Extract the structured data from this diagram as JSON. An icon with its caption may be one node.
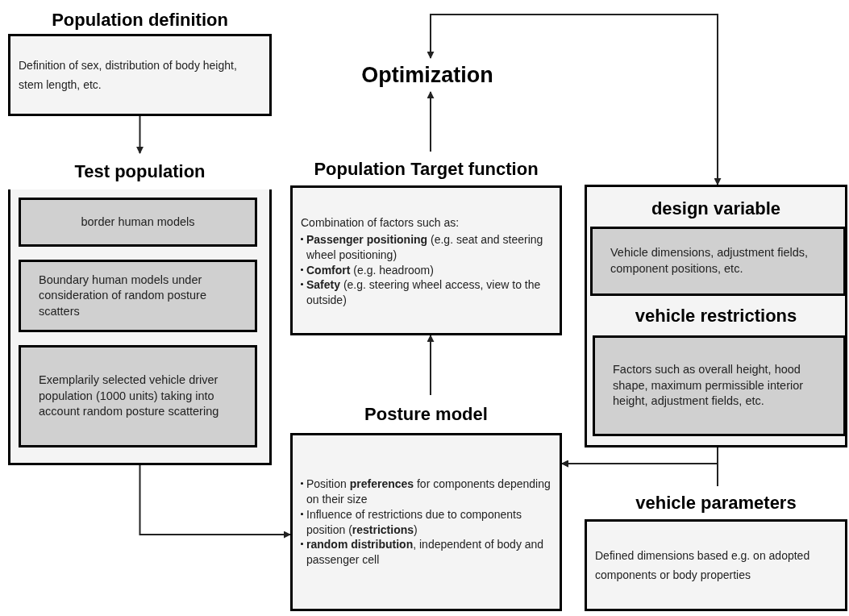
{
  "diagram": {
    "nodes": [
      {
        "text": [
          "Population definition",
          "Definition of sex, distribution of body height, stem length, etc."
        ]
      },
      {
        "text": [
          "Test population"
        ]
      },
      {
        "text": [
          "border human models"
        ],
        "in": 1
      },
      {
        "text": [
          "Boundary human models under consideration of random posture scatters"
        ],
        "in": 1
      },
      {
        "text": [
          "Exemplarily selected vehicle driver population (1000 units) taking into account random posture scattering"
        ],
        "in": 1
      },
      {
        "text": [
          "Optimization"
        ]
      },
      {
        "text": [
          "Population Target function",
          "Combination of factors such as:",
          "**Passenger positioning** (e.g. seat and steering wheel positioning)",
          "**Comfort** (e.g. headroom)",
          "**Safety** (e.g. steering wheel access, view to the outside)"
        ]
      },
      {
        "text": [
          "design variable",
          "vehicle restrictions"
        ]
      },
      {
        "text": [
          "Vehicle dimensions, adjustment fields, component positions, etc."
        ],
        "in": 7
      },
      {
        "text": [
          "Factors such as overall height, hood shape, maximum permissible interior height, adjustment fields, etc."
        ],
        "in": 7
      },
      {
        "text": [
          "Posture model",
          "Position **preferences** for components depending on their size",
          "Influence of restrictions due to components position (**restrictions**)",
          "**random distribution**, independent of body and passenger cell"
        ]
      },
      {
        "text": [
          "vehicle parameters",
          "Defined dimensions based e.g. on adopted components or body properties"
        ]
      }
    ],
    "edges": [
      {
        "from": 0,
        "to": 1,
        "arrow": "to"
      },
      {
        "from": 6,
        "to": 5,
        "arrow": "to"
      },
      {
        "from": 10,
        "to": 6,
        "arrow": "to"
      },
      {
        "from": 1,
        "to": 10,
        "arrow": "to"
      },
      {
        "from": 5,
        "to": 7,
        "arrow": "both"
      },
      {
        "from": 7,
        "to": 10,
        "arrow": "to"
      },
      {
        "from": 11,
        "to": 10,
        "arrow": "to"
      }
    ]
  }
}
